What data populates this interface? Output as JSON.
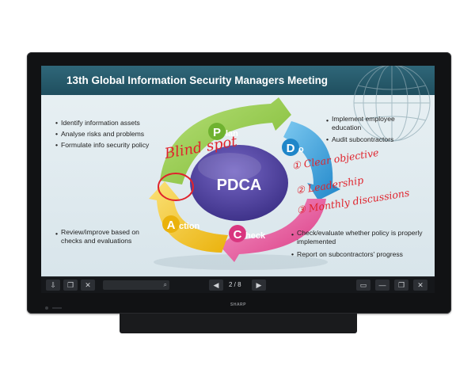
{
  "slide": {
    "title": "13th Global Information Security Managers Meeting",
    "bullets_top_left": [
      "Identify information assets",
      "Analyse risks and problems",
      "Formulate info security policy"
    ],
    "bullets_top_right": [
      "Implement employee education",
      "Audit subcontractors"
    ],
    "bullets_bottom_left": [
      "Review/improve based on checks and evaluations"
    ],
    "bullets_bottom_right": [
      "Check/evaluate whether policy is properly implemented",
      "Report on subcontractors' progress"
    ],
    "cycle": {
      "center": "PDCA",
      "plan": {
        "initial": "P",
        "rest": "lan"
      },
      "do": {
        "initial": "D",
        "rest": "o"
      },
      "check": {
        "initial": "C",
        "rest": "heck"
      },
      "action": {
        "initial": "A",
        "rest": "ction"
      }
    }
  },
  "annotations": {
    "blind_spot": "Blind spot",
    "note1": "① Clear objective",
    "note2": "② Leadership",
    "note3": "③ Monthly discussions"
  },
  "toolbar": {
    "page_indicator": "2 / 8",
    "icons": [
      "download-icon",
      "copy-icon",
      "tools-icon",
      "search-icon",
      "prev-arrow-icon",
      "next-arrow-icon",
      "display-icon",
      "minimize-icon",
      "window-icon",
      "close-icon"
    ]
  },
  "device": {
    "brand": "SHARP"
  },
  "colors": {
    "title_bar": "#2a5f71",
    "plan_green": "#8cc63f",
    "do_blue": "#2e9ad8",
    "check_pink": "#e5479a",
    "action_yellow": "#f2c318",
    "center_purple": "#4d3f9a",
    "ink_red": "#e0232c"
  }
}
